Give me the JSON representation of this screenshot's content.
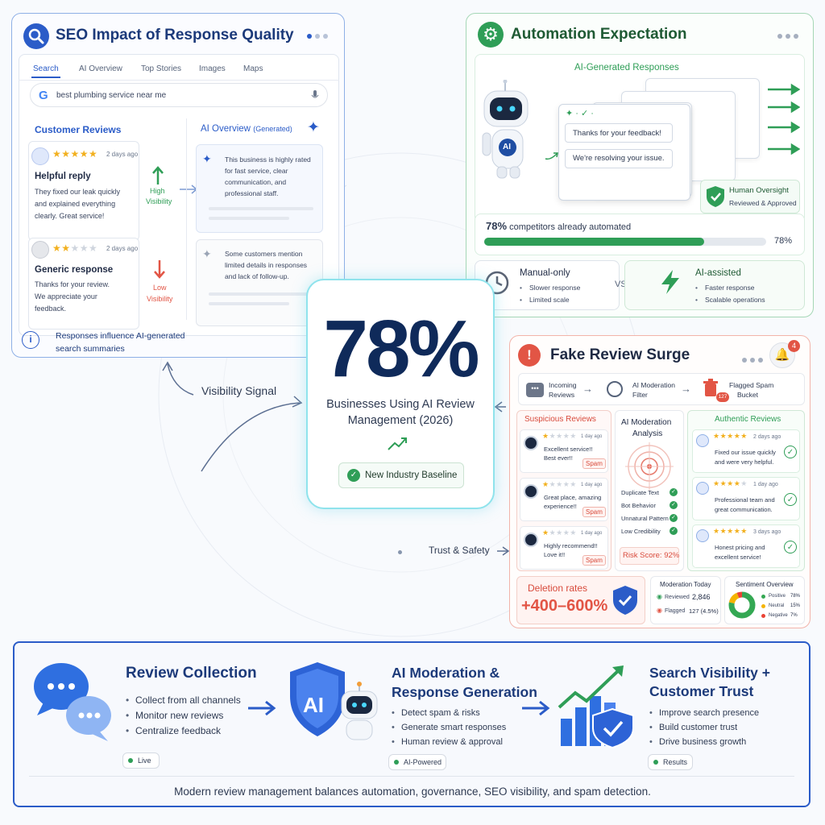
{
  "center": {
    "stat": "78%",
    "caption_line1": "Businesses Using AI Review",
    "caption_line2": "Management (2026)",
    "badge": "New Industry Baseline"
  },
  "connectors": {
    "visibility_signal": "Visibility Signal",
    "trust_safety": "Trust & Safety"
  },
  "seo": {
    "title": "SEO Impact of Response Quality",
    "tabs": [
      "Search",
      "AI Overview",
      "Top Stories",
      "Images",
      "Maps"
    ],
    "search_query": "best plumbing service near me",
    "reviews_heading": "Customer Reviews",
    "review1": {
      "time": "2 days ago",
      "title": "Helpful reply",
      "body": [
        "They fixed our leak quickly",
        "and explained everything",
        "clearly. Great service!"
      ],
      "rating": 5
    },
    "review2": {
      "time": "2 days ago",
      "title": "Generic response",
      "body": [
        "Thanks for your review.",
        "We appreciate your",
        "feedback."
      ],
      "rating": 2
    },
    "high_label": [
      "High",
      "Visibility"
    ],
    "low_label": [
      "Low",
      "Visibility"
    ],
    "overview_title": "AI Overview",
    "overview_tag": "(Generated)",
    "overview1": [
      "This business is highly rated",
      "for fast service, clear",
      "communication, and",
      "professional staff."
    ],
    "overview2": [
      "Some customers mention",
      "limited details in responses",
      "and lack of follow-up."
    ],
    "footnote": [
      "Responses influence AI-generated",
      "search summaries"
    ]
  },
  "automation": {
    "title": "Automation Expectation",
    "ai_responses_label": "AI-Generated Responses",
    "robot_label": "AI",
    "bubble1": "Thanks for your feedback!",
    "bubble2": "We're resolving your issue.",
    "oversight_title": "Human Oversight",
    "oversight_sub": "Reviewed & Approved",
    "progress_pct": "78%",
    "progress_text": "competitors already automated",
    "progress_value": 78,
    "manual_title": "Manual-only",
    "manual_items": [
      "Slower response",
      "Limited scale"
    ],
    "vs": "VS",
    "ai_title": "AI-assisted",
    "ai_items": [
      "Faster response",
      "Scalable operations"
    ]
  },
  "fake": {
    "title": "Fake Review Surge",
    "notif_count": "4",
    "flow1": [
      "Incoming",
      "Reviews"
    ],
    "flow2": [
      "AI Moderation",
      "Filter"
    ],
    "flow3": [
      "Flagged Spam",
      "Bucket"
    ],
    "bucket_count": "127",
    "suspicious_heading": "Suspicious Reviews",
    "suspicious": [
      {
        "time": "1 day ago",
        "text": [
          "Excellent service!!",
          "Best ever!!"
        ],
        "tag": "Spam"
      },
      {
        "time": "1 day ago",
        "text": [
          "Great place, amazing",
          "experience!!"
        ],
        "tag": "Spam"
      },
      {
        "time": "1 day ago",
        "text": [
          "Highly recommend!!",
          "Love it!!"
        ],
        "tag": "Spam"
      }
    ],
    "analysis_title": [
      "AI Moderation",
      "Analysis"
    ],
    "analysis_checks": [
      "Duplicate Text",
      "Bot Behavior",
      "Unnatural Pattern",
      "Low Credibility"
    ],
    "risk": "Risk Score: 92%",
    "authentic_heading": "Authentic Reviews",
    "authentic": [
      {
        "time": "2 days ago",
        "text": [
          "Fixed our issue quickly",
          "and were very helpful."
        ]
      },
      {
        "time": "1 day ago",
        "text": [
          "Professional team and",
          "great communication."
        ]
      },
      {
        "time": "3 days ago",
        "text": [
          "Honest pricing and",
          "excellent service!"
        ]
      }
    ],
    "deletion_label": "Deletion rates",
    "deletion_value": "+400–600%",
    "moderation_title": "Moderation Today",
    "reviewed_label": "Reviewed",
    "reviewed_value": "2,846",
    "flagged_label": "Flagged",
    "flagged_value": "127 (4.5%)",
    "sentiment_title": "Sentiment Overview",
    "sentiment": [
      {
        "label": "Positive",
        "value": "78%",
        "pct": 78,
        "color": "#34a853"
      },
      {
        "label": "Neutral",
        "value": "15%",
        "pct": 15,
        "color": "#f5b400"
      },
      {
        "label": "Negative",
        "value": "7%",
        "pct": 7,
        "color": "#ea4335"
      }
    ]
  },
  "pipeline": {
    "step1": {
      "title": "Review Collection",
      "items": [
        "Collect from all channels",
        "Monitor new reviews",
        "Centralize feedback"
      ],
      "badge": "Live"
    },
    "step2": {
      "title": [
        "AI Moderation &",
        "Response Generation"
      ],
      "items": [
        "Detect spam & risks",
        "Generate smart responses",
        "Human review & approval"
      ],
      "badge": "AI-Powered",
      "shield": "AI"
    },
    "step3": {
      "title": [
        "Search Visibility +",
        "Customer Trust"
      ],
      "items": [
        "Improve search presence",
        "Build customer trust",
        "Drive business growth"
      ],
      "badge": "Results"
    },
    "footer": "Modern review management balances automation, governance, SEO visibility, and spam detection."
  },
  "colors": {
    "blue": "#2b5cc8",
    "green": "#2f9e57",
    "red": "#e25545",
    "navy": "#0f2a5a"
  }
}
